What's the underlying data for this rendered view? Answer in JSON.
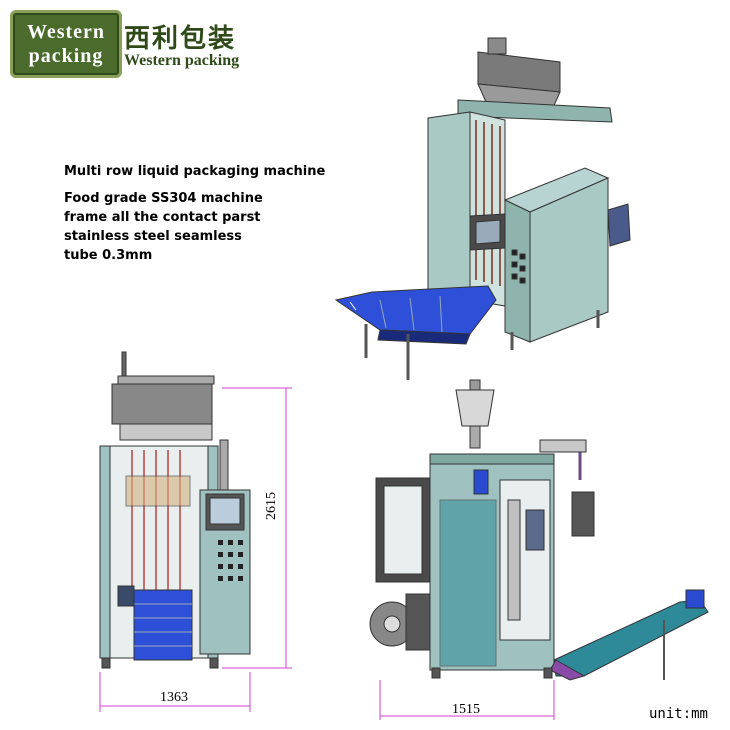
{
  "brand": {
    "logo_line1": "Western",
    "logo_line2": "packing",
    "name_cn": "西利包装",
    "name_en": "Western packing"
  },
  "description": {
    "title": "Multi row liquid packaging machine",
    "lines": [
      "Food grade SS304 machine",
      "frame all the contact parst",
      "stainless steel seamless",
      "tube 0.3mm"
    ]
  },
  "dimensions": {
    "height": "2615",
    "width_front": "1363",
    "width_side": "1515"
  },
  "unit_label": "unit:mm",
  "colors": {
    "logo_bg": "#4a6b2c",
    "machine_frame": "#7fa8a0",
    "cabinet": "#9fc2c0",
    "conveyor": "#2a4ad0",
    "dimension_line": "#d040d0",
    "pipe": "#6a4a8a"
  }
}
